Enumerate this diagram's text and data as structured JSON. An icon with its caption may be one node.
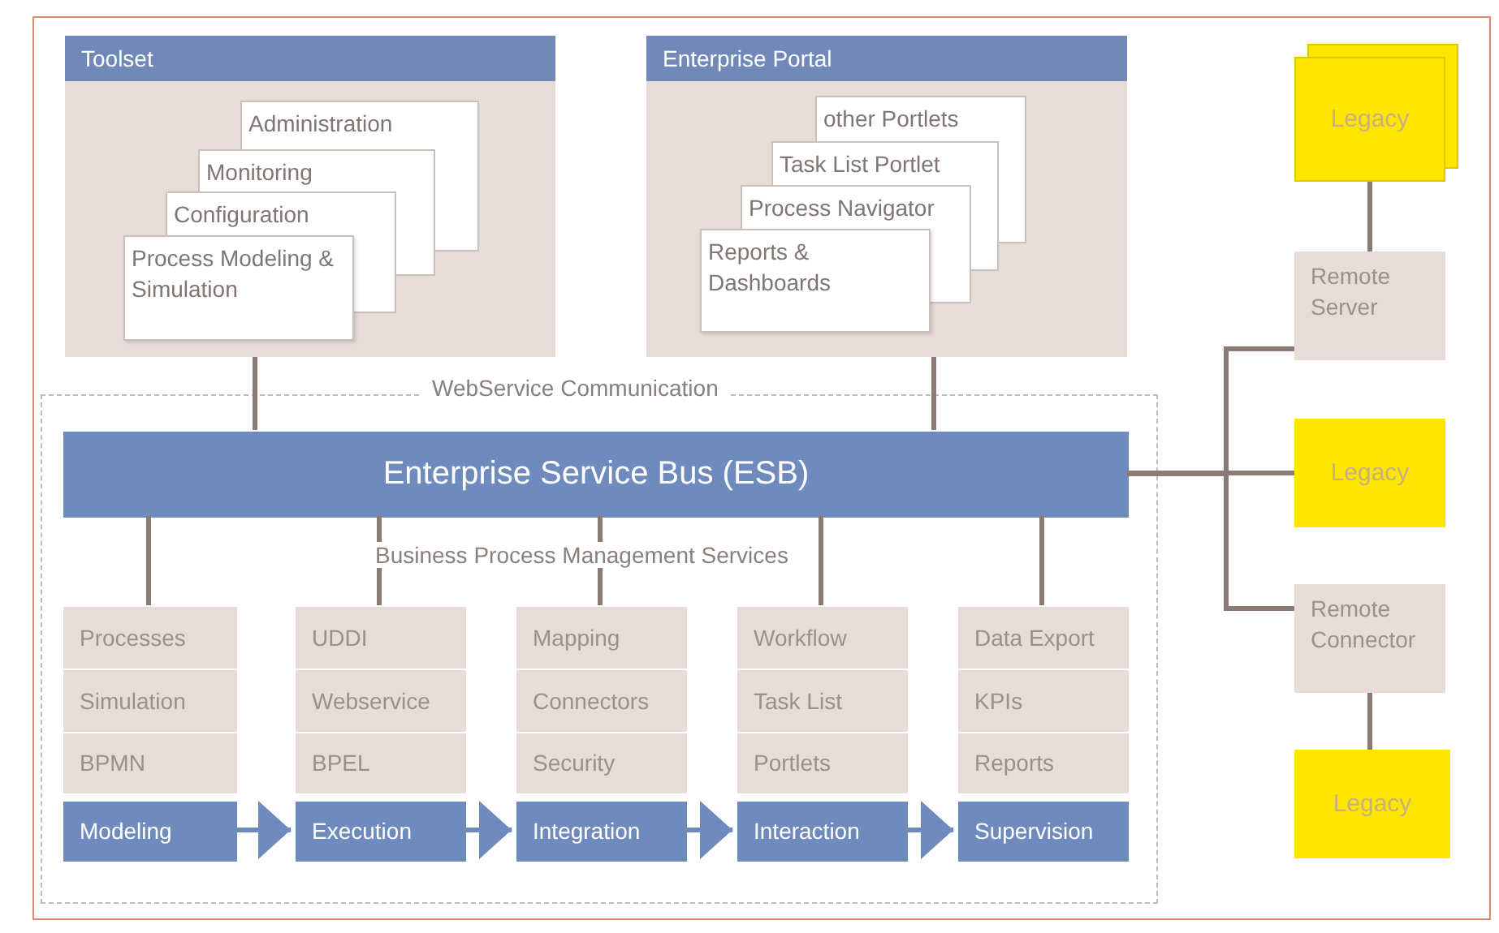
{
  "diagram": {
    "nodes": [
      {
        "text": [
          "Toolset"
        ]
      },
      {
        "text": [
          "Administration"
        ],
        "in": 0
      },
      {
        "text": [
          "Monitoring"
        ],
        "in": 0
      },
      {
        "text": [
          "Configuration"
        ],
        "in": 0
      },
      {
        "text": [
          "Process Modeling & Simulation"
        ],
        "in": 0
      },
      {
        "text": [
          "Enterprise Portal"
        ]
      },
      {
        "text": [
          "other Portlets"
        ],
        "in": 5
      },
      {
        "text": [
          "Task List Portlet"
        ],
        "in": 5
      },
      {
        "text": [
          "Process Navigator"
        ],
        "in": 5
      },
      {
        "text": [
          "Reports & Dashboards"
        ],
        "in": 5
      },
      {
        "text": [
          "WebService Communication"
        ]
      },
      {
        "text": [
          "Enterprise Service Bus (ESB)"
        ],
        "in": 10
      },
      {
        "text": [
          "Processes"
        ],
        "in": 10
      },
      {
        "text": [
          "Simulation"
        ],
        "in": 10
      },
      {
        "text": [
          "BPMN"
        ],
        "in": 10
      },
      {
        "text": [
          "Modeling"
        ],
        "in": 10
      },
      {
        "text": [
          "UDDI"
        ],
        "in": 10
      },
      {
        "text": [
          "Webservice"
        ],
        "in": 10
      },
      {
        "text": [
          "BPEL"
        ],
        "in": 10
      },
      {
        "text": [
          "Execution"
        ],
        "in": 10
      },
      {
        "text": [
          "Mapping"
        ],
        "in": 10
      },
      {
        "text": [
          "Connectors"
        ],
        "in": 10
      },
      {
        "text": [
          "Security"
        ],
        "in": 10
      },
      {
        "text": [
          "Integration"
        ],
        "in": 10
      },
      {
        "text": [
          "Workflow"
        ],
        "in": 10
      },
      {
        "text": [
          "Task List"
        ],
        "in": 10
      },
      {
        "text": [
          "Portlets"
        ],
        "in": 10
      },
      {
        "text": [
          "Interaction"
        ],
        "in": 10
      },
      {
        "text": [
          "Data Export"
        ],
        "in": 10
      },
      {
        "text": [
          "KPIs"
        ],
        "in": 10
      },
      {
        "text": [
          "Reports"
        ],
        "in": 10
      },
      {
        "text": [
          "Supervision"
        ],
        "in": 10
      },
      {
        "text": [
          "Legacy"
        ]
      },
      {
        "text": [
          "Remote Server"
        ]
      },
      {
        "text": [
          "Legacy"
        ]
      },
      {
        "text": [
          "Remote Connector"
        ]
      },
      {
        "text": [
          "Legacy"
        ]
      }
    ],
    "edges": [
      {
        "from": 0,
        "to": 11,
        "arrow": "none"
      },
      {
        "from": 5,
        "to": 11,
        "arrow": "none"
      },
      {
        "from": 11,
        "to": 12,
        "arrow": "none"
      },
      {
        "from": 11,
        "to": 16,
        "arrow": "none"
      },
      {
        "from": 11,
        "to": 20,
        "arrow": "none"
      },
      {
        "from": 11,
        "to": 24,
        "arrow": "none"
      },
      {
        "from": 11,
        "to": 28,
        "arrow": "none"
      },
      {
        "from": 15,
        "to": 19,
        "arrow": "to",
        "color": "#6f8bbd"
      },
      {
        "from": 19,
        "to": 23,
        "arrow": "to",
        "color": "#6f8bbd"
      },
      {
        "from": 23,
        "to": 27,
        "arrow": "to",
        "color": "#6f8bbd"
      },
      {
        "from": 27,
        "to": 31,
        "arrow": "to",
        "color": "#6f8bbd"
      },
      {
        "from": 32,
        "to": 33,
        "arrow": "none"
      },
      {
        "from": 11,
        "to": 33,
        "arrow": "none"
      },
      {
        "from": 11,
        "to": 34,
        "arrow": "none"
      },
      {
        "from": 11,
        "to": 35,
        "arrow": "none"
      },
      {
        "from": 35,
        "to": 36,
        "arrow": "none"
      }
    ],
    "labels": [
      "Business Process Management Services"
    ]
  }
}
